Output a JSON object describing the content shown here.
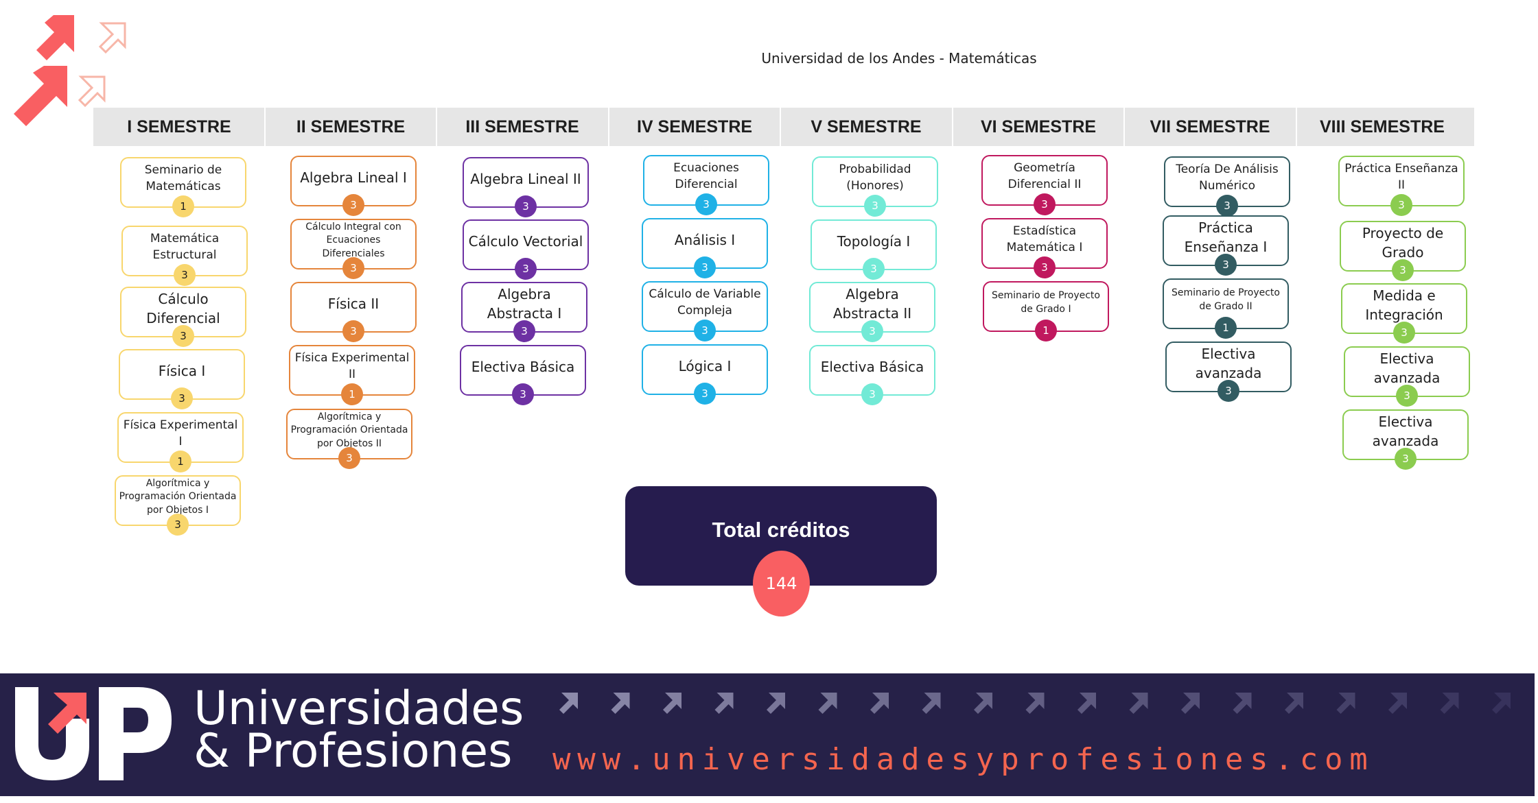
{
  "page_title": "Universidad de los Andes - Matemáticas",
  "semesters": [
    {
      "name": "I SEMESTRE",
      "color": "#f8d66d",
      "badge_text": "#1f1f1f",
      "courses": [
        {
          "name": "Seminario de Matemáticas",
          "credits": "1"
        },
        {
          "name": "Matemática Estructural",
          "credits": "3"
        },
        {
          "name": "Cálculo Diferencial",
          "credits": "3"
        },
        {
          "name": "Física I",
          "credits": "3"
        },
        {
          "name": "Física Experimental I",
          "credits": "1"
        },
        {
          "name": "Algorítmica y Programación Orientada por Objetos I",
          "credits": "3"
        }
      ]
    },
    {
      "name": "II SEMESTRE",
      "color": "#e5853b",
      "badge_text": "#ffffff",
      "courses": [
        {
          "name": "Algebra Lineal I",
          "credits": "3"
        },
        {
          "name": "Cálculo Integral con Ecuaciones Diferenciales",
          "credits": "3"
        },
        {
          "name": "Física II",
          "credits": "3"
        },
        {
          "name": "Física Experimental II",
          "credits": "1"
        },
        {
          "name": "Algorítmica y Programación Orientada por Objetos II",
          "credits": "3"
        }
      ]
    },
    {
      "name": "III SEMESTRE",
      "color": "#6d31a3",
      "badge_text": "#ffffff",
      "courses": [
        {
          "name": "Algebra Lineal II",
          "credits": "3"
        },
        {
          "name": "Cálculo Vectorial",
          "credits": "3"
        },
        {
          "name": "Algebra Abstracta I",
          "credits": "3"
        },
        {
          "name": "Electiva Básica",
          "credits": "3"
        }
      ]
    },
    {
      "name": "IV SEMESTRE",
      "color": "#1fb1e6",
      "badge_text": "#ffffff",
      "courses": [
        {
          "name": "Ecuaciones Diferencial",
          "credits": "3"
        },
        {
          "name": "Análisis I",
          "credits": "3"
        },
        {
          "name": "Cálculo de Variable Compleja",
          "credits": "3"
        },
        {
          "name": "Lógica I",
          "credits": "3"
        }
      ]
    },
    {
      "name": "V SEMESTRE",
      "color": "#72ead6",
      "badge_text": "#ffffff",
      "courses": [
        {
          "name": "Probabilidad (Honores)",
          "credits": "3"
        },
        {
          "name": "Topología I",
          "credits": "3"
        },
        {
          "name": "Algebra Abstracta II",
          "credits": "3"
        },
        {
          "name": "Electiva Básica",
          "credits": "3"
        }
      ]
    },
    {
      "name": "VI SEMESTRE",
      "color": "#c0185e",
      "badge_text": "#ffffff",
      "courses": [
        {
          "name": "Geometría Diferencial II",
          "credits": "3"
        },
        {
          "name": "Estadística Matemática I",
          "credits": "3"
        },
        {
          "name": "Seminario de Proyecto de Grado I",
          "credits": "1"
        }
      ]
    },
    {
      "name": "VII SEMESTRE",
      "color": "#325c62",
      "badge_text": "#ffffff",
      "courses": [
        {
          "name": "Teoría De Análisis Numérico",
          "credits": "3"
        },
        {
          "name": "Práctica Enseñanza I",
          "credits": "3"
        },
        {
          "name": "Seminario de Proyecto de Grado II",
          "credits": "1"
        },
        {
          "name": "Electiva avanzada",
          "credits": "3"
        }
      ]
    },
    {
      "name": "VIII SEMESTRE",
      "color": "#8bcc4f",
      "badge_text": "#ffffff",
      "courses": [
        {
          "name": "Práctica Enseñanza II",
          "credits": "3"
        },
        {
          "name": "Proyecto de Grado",
          "credits": "3"
        },
        {
          "name": "Medida e Integración",
          "credits": "3"
        },
        {
          "name": "Electiva avanzada",
          "credits": "3"
        },
        {
          "name": "Electiva avanzada",
          "credits": "3"
        }
      ]
    }
  ],
  "total": {
    "label": "Total créditos",
    "value": "144"
  },
  "footer": {
    "brand_line1": "Universidades",
    "brand_line2": "& Profesiones",
    "url": "www.universidadesyprofesiones.com"
  },
  "colors": {
    "brand_dark": "#262148",
    "brand_coral": "#f95f62",
    "header_gray": "#e6e6e6"
  },
  "icons": [
    "arrow-up-right-icon",
    "up-logo-icon"
  ]
}
